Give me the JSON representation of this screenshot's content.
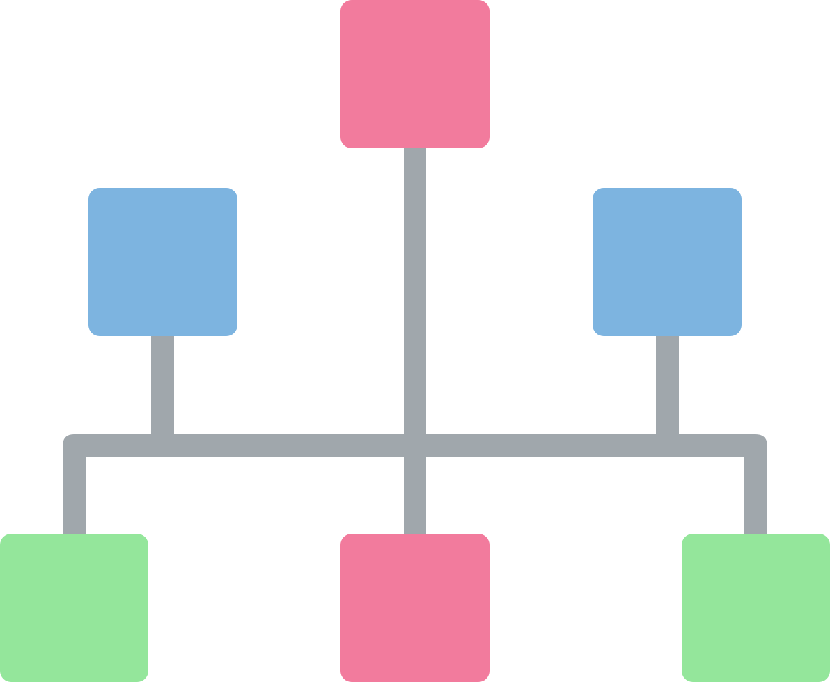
{
  "colors": {
    "background": "#ffffff",
    "connector": "#a0a7ac",
    "pink": "#f27b9d",
    "blue": "#7db4e0",
    "green": "#94e69b"
  },
  "icon": {
    "name": "hierarchy-network-icon"
  },
  "nodes": [
    {
      "id": "top-center",
      "color": "pink"
    },
    {
      "id": "middle-left",
      "color": "blue"
    },
    {
      "id": "middle-right",
      "color": "blue"
    },
    {
      "id": "bottom-left",
      "color": "green"
    },
    {
      "id": "bottom-center",
      "color": "pink"
    },
    {
      "id": "bottom-right",
      "color": "green"
    }
  ]
}
